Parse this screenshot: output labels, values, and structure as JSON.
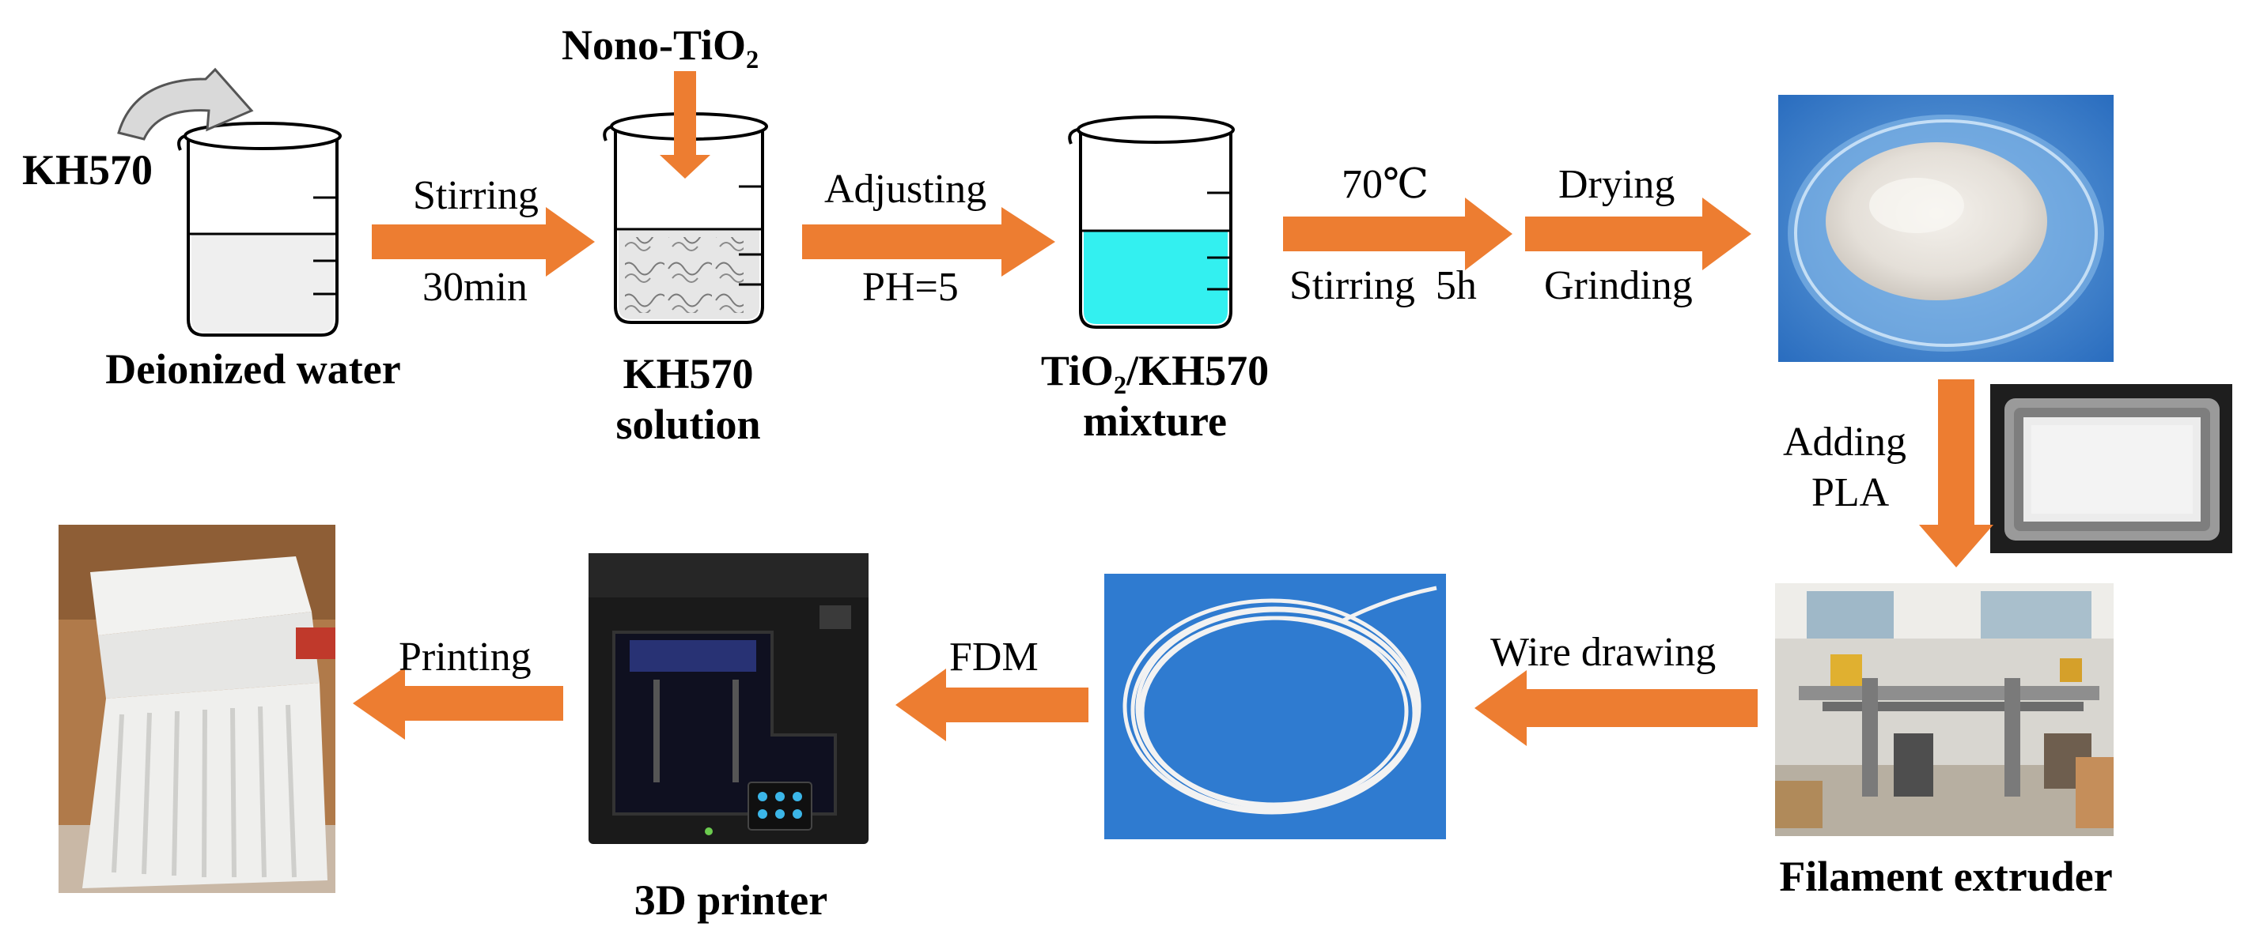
{
  "top_row": {
    "reagent_label": "KH570",
    "nano_label": "Nono-TiO₂",
    "beaker1_caption": "Deionized water",
    "beaker2_caption_1": "KH570",
    "beaker2_caption_2": "solution",
    "beaker3_caption_1": "TiO₂/KH570",
    "beaker3_caption_2": "mixture",
    "step1_top": "Stirring",
    "step1_bottom": "30min",
    "step2_top": "Adjusting",
    "step2_bottom": "PH=5",
    "step3_top": "70℃",
    "step3_bottom": "Stirring  5h",
    "step4_top": "Drying",
    "step4_bottom": "Grinding"
  },
  "right_column": {
    "step5_line1": "Adding",
    "step5_line2": "PLA",
    "extruder_caption": "Filament extruder"
  },
  "bottom_row": {
    "step6": "Wire drawing",
    "step7": "FDM",
    "printer_caption": "3D printer",
    "step8": "Printing"
  },
  "colors": {
    "arrow": "#ED7D31",
    "liquid_cyan": "#33F0F0",
    "water_gray": "#EFEFEF",
    "photo_blue": "#1F6FC2"
  }
}
